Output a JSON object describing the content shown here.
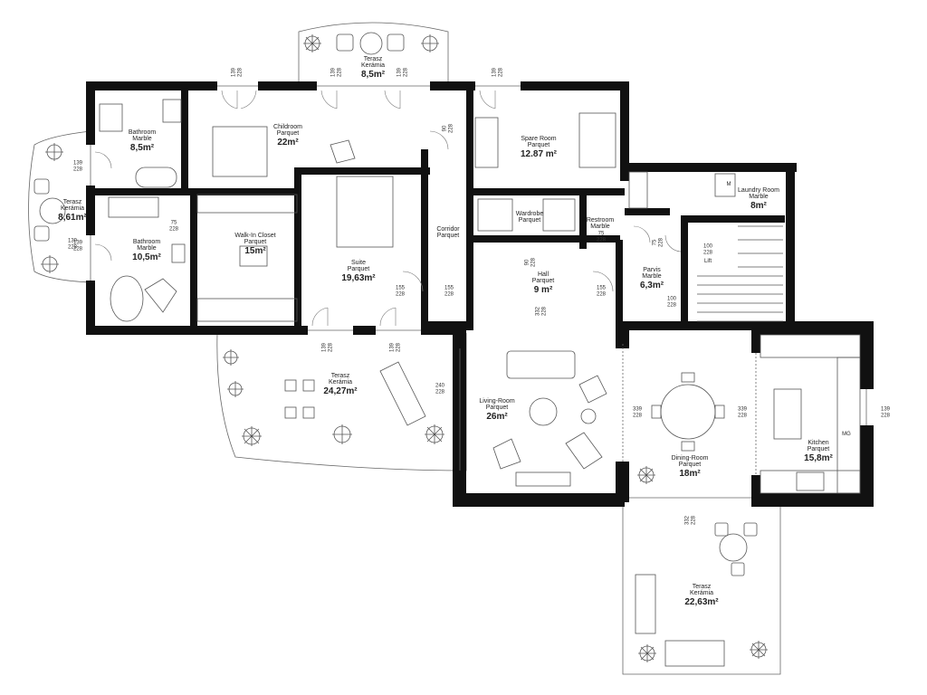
{
  "rooms": [
    {
      "id": "terasz-top",
      "name": "Terasz",
      "floor": "Kerámia",
      "area": "8,5m²"
    },
    {
      "id": "childroom",
      "name": "Childroom",
      "floor": "Parquet",
      "area": "22m²"
    },
    {
      "id": "spare-room",
      "name": "Spare Room",
      "floor": "Parquet",
      "area": "12.87 m²"
    },
    {
      "id": "bathroom-top",
      "name": "Bathroom",
      "floor": "Marble",
      "area": "8,5m²"
    },
    {
      "id": "terasz-left",
      "name": "Terasz",
      "floor": "Kerámia",
      "area": "8,61m²"
    },
    {
      "id": "bathroom-left",
      "name": "Bathroom",
      "floor": "Marble",
      "area": "10,5m²"
    },
    {
      "id": "walk-in-closet",
      "name": "Walk-In Closet",
      "floor": "Parquet",
      "area": "15m²"
    },
    {
      "id": "suite",
      "name": "Suite",
      "floor": "Parquet",
      "area": "19,63m²"
    },
    {
      "id": "corridor",
      "name": "Corridor",
      "floor": "Parquet",
      "area": ""
    },
    {
      "id": "wardrobe",
      "name": "Wardrobe",
      "floor": "Parquet",
      "area": ""
    },
    {
      "id": "restroom",
      "name": "Restroom",
      "floor": "Marble",
      "area": ""
    },
    {
      "id": "laundry",
      "name": "Laundry Room",
      "floor": "Marble",
      "area": "8m²"
    },
    {
      "id": "hall",
      "name": "Hall",
      "floor": "Parquet",
      "area": "9 m²"
    },
    {
      "id": "parvis",
      "name": "Parvis",
      "floor": "Marble",
      "area": "6,3m²"
    },
    {
      "id": "terasz-mid",
      "name": "Terasz",
      "floor": "Kerámia",
      "area": "24,27m²"
    },
    {
      "id": "living-room",
      "name": "Living-Room",
      "floor": "Parquet",
      "area": "26m²"
    },
    {
      "id": "dining-room",
      "name": "Dining-Room",
      "floor": "Parquet",
      "area": "18m²"
    },
    {
      "id": "kitchen",
      "name": "Kitchen",
      "floor": "Parquet",
      "area": "15,8m²"
    },
    {
      "id": "terasz-bottom",
      "name": "Terasz",
      "floor": "Kerámia",
      "area": "22,63m²"
    }
  ],
  "dimensions": [
    {
      "w": "139",
      "h": "228"
    },
    {
      "w": "139",
      "h": "228"
    },
    {
      "w": "139",
      "h": "228"
    },
    {
      "w": "139",
      "h": "228"
    },
    {
      "w": "90",
      "h": "228"
    },
    {
      "w": "139",
      "h": "228"
    },
    {
      "w": "139",
      "h": "228"
    },
    {
      "w": "75",
      "h": "228"
    },
    {
      "w": "139",
      "h": "228"
    },
    {
      "w": "75",
      "h": "228"
    },
    {
      "w": "75",
      "h": "228"
    },
    {
      "w": "100",
      "h": "228"
    },
    {
      "w": "100",
      "h": "228"
    },
    {
      "w": "90",
      "h": "228"
    },
    {
      "w": "155",
      "h": "228"
    },
    {
      "w": "155",
      "h": "228"
    },
    {
      "w": "155",
      "h": "228"
    },
    {
      "w": "332",
      "h": "228"
    },
    {
      "w": "139",
      "h": "228"
    },
    {
      "w": "139",
      "h": "228"
    },
    {
      "w": "240",
      "h": "228"
    },
    {
      "w": "339",
      "h": "228"
    },
    {
      "w": "339",
      "h": "228"
    },
    {
      "w": "139",
      "h": "228"
    },
    {
      "w": "332",
      "h": "228"
    }
  ],
  "tags": {
    "lift": "Lift",
    "washer": "M",
    "dishwasher": "MG"
  }
}
